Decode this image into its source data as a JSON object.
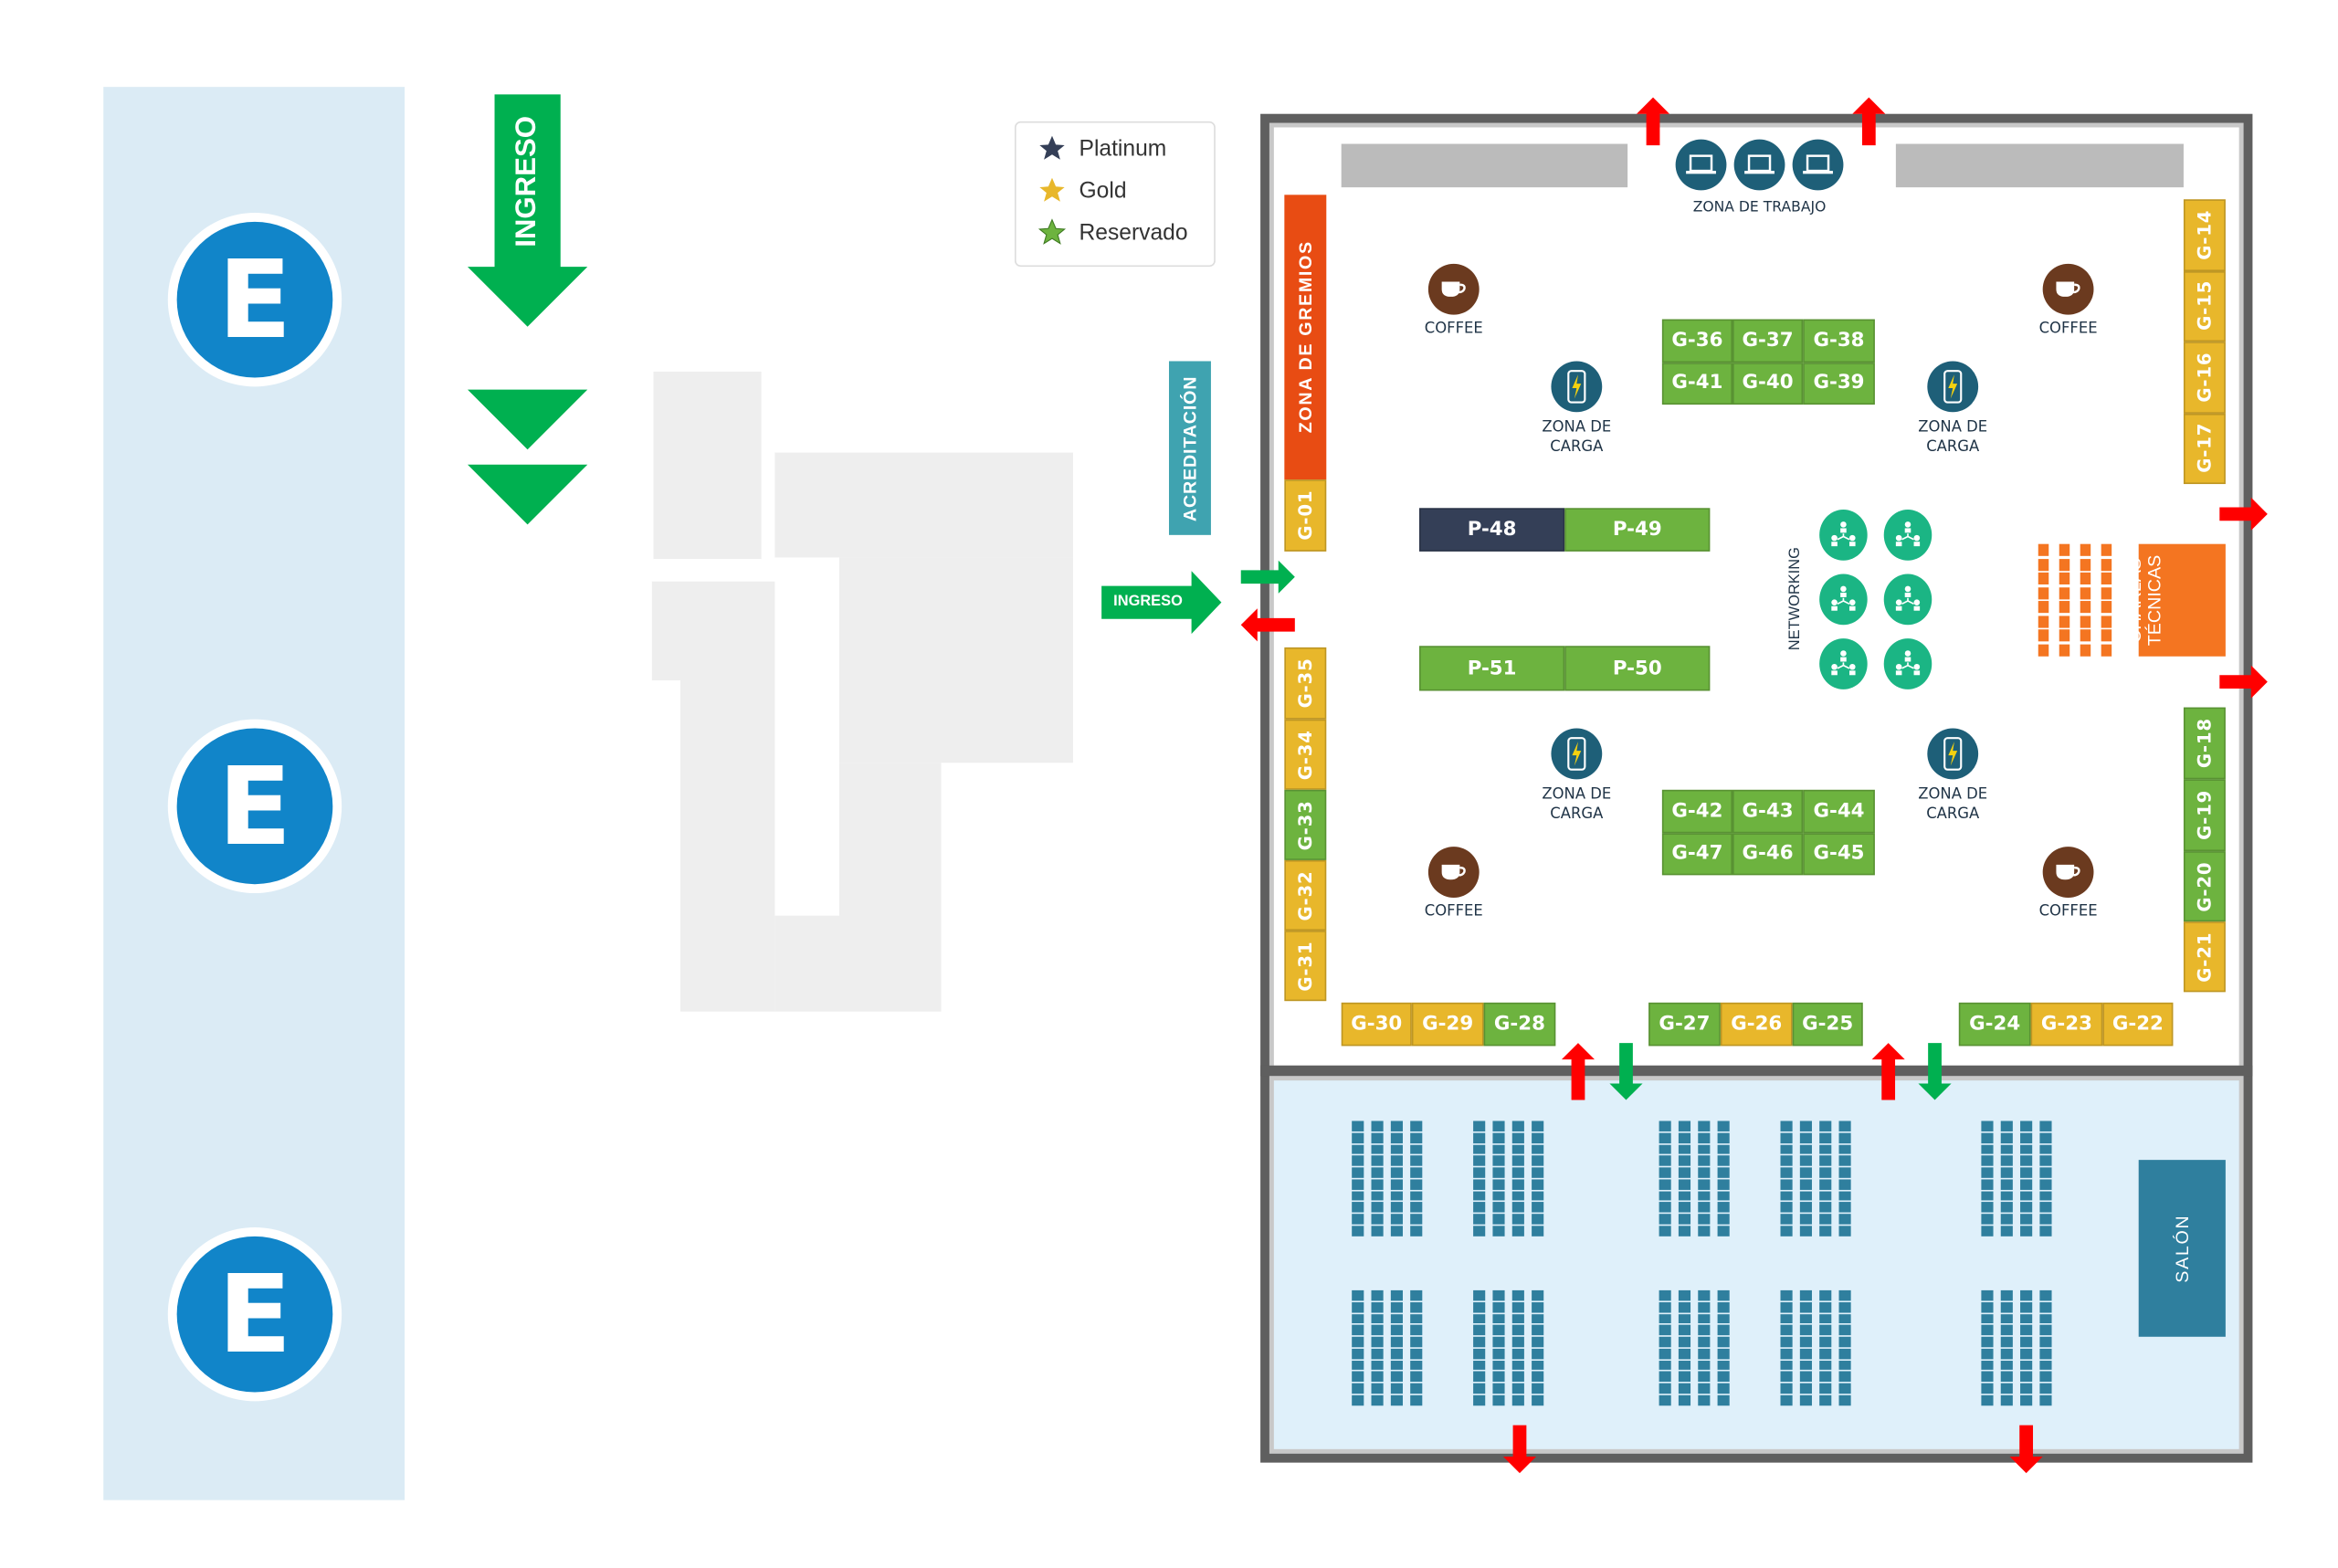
{
  "exits": {
    "label": "E",
    "count": 3
  },
  "entrance_arrow": {
    "label": "INGRESO",
    "color": "#00b050"
  },
  "side_entrance_arrow": {
    "label": "INGRESO"
  },
  "legend": {
    "items": [
      {
        "label": "Platinum",
        "color": "#343f57"
      },
      {
        "label": "Gold",
        "color": "#e8b72b"
      },
      {
        "label": "Reservado",
        "color": "#6db33f"
      }
    ]
  },
  "accreditation": {
    "label": "ACREDITACIÓN",
    "color": "#3fa3b0"
  },
  "zones": {
    "trabajo": "ZONA DE TRABAJO",
    "gremios": "ZONA DE GREMIOS",
    "coffee": "COFFEE",
    "carga_line1": "ZONA DE",
    "carga_line2": "CARGA",
    "networking": "NETWORKING",
    "charlas": "CHARLAS TÉCNICAS",
    "salon": "SALÓN"
  },
  "colors": {
    "gold": "#e8b72b",
    "reservado": "#6db33f",
    "platinum": "#343f57",
    "gremios": "#e84c13",
    "charlas": "#f47521",
    "salon": "#2f7f9e",
    "exit_arrow": "#ff0000",
    "entry_arrow": "#00b050",
    "coffee": "#6b3a1f",
    "charging": "#1e5f78",
    "networking": "#1bb584"
  },
  "booths": [
    {
      "label": "G-36",
      "tier": "reservado"
    },
    {
      "label": "G-37",
      "tier": "reservado"
    },
    {
      "label": "G-38",
      "tier": "reservado"
    },
    {
      "label": "G-41",
      "tier": "reservado"
    },
    {
      "label": "G-40",
      "tier": "reservado"
    },
    {
      "label": "G-39",
      "tier": "reservado"
    },
    {
      "label": "G-42",
      "tier": "reservado"
    },
    {
      "label": "G-43",
      "tier": "reservado"
    },
    {
      "label": "G-44",
      "tier": "reservado"
    },
    {
      "label": "G-47",
      "tier": "reservado"
    },
    {
      "label": "G-46",
      "tier": "reservado"
    },
    {
      "label": "G-45",
      "tier": "reservado"
    },
    {
      "label": "P-48",
      "tier": "platinum"
    },
    {
      "label": "P-49",
      "tier": "reservado"
    },
    {
      "label": "P-51",
      "tier": "reservado"
    },
    {
      "label": "P-50",
      "tier": "reservado"
    },
    {
      "label": "G-01",
      "tier": "gold"
    },
    {
      "label": "G-35",
      "tier": "gold"
    },
    {
      "label": "G-34",
      "tier": "gold"
    },
    {
      "label": "G-33",
      "tier": "reservado"
    },
    {
      "label": "G-32",
      "tier": "gold"
    },
    {
      "label": "G-31",
      "tier": "gold"
    },
    {
      "label": "G-14",
      "tier": "gold"
    },
    {
      "label": "G-15",
      "tier": "gold"
    },
    {
      "label": "G-16",
      "tier": "gold"
    },
    {
      "label": "G-17",
      "tier": "gold"
    },
    {
      "label": "G-18",
      "tier": "reservado"
    },
    {
      "label": "G-19",
      "tier": "reservado"
    },
    {
      "label": "G-20",
      "tier": "reservado"
    },
    {
      "label": "G-21",
      "tier": "gold"
    },
    {
      "label": "G-30",
      "tier": "gold"
    },
    {
      "label": "G-29",
      "tier": "gold"
    },
    {
      "label": "G-28",
      "tier": "reservado"
    },
    {
      "label": "G-27",
      "tier": "reservado"
    },
    {
      "label": "G-26",
      "tier": "gold"
    },
    {
      "label": "G-25",
      "tier": "reservado"
    },
    {
      "label": "G-24",
      "tier": "reservado"
    },
    {
      "label": "G-23",
      "tier": "gold"
    },
    {
      "label": "G-22",
      "tier": "gold"
    }
  ]
}
